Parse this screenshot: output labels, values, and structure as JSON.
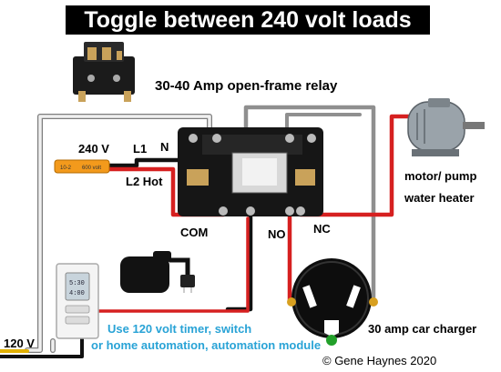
{
  "title": "Toggle between 240 volt loads",
  "labels": {
    "relay": "30-40 Amp open-frame relay",
    "supply_240": "240 V",
    "l1": "L1",
    "n": "N",
    "l2_hot": "L2 Hot",
    "com": "COM",
    "no": "NO",
    "nc": "NC",
    "motor_pump": "motor/ pump",
    "water_heater": "water heater",
    "car_charger": "30 amp car charger",
    "supply_120": "120 V",
    "cable_tag": "10-2",
    "cable_tag2": "600 volt",
    "timer_time": "5:30",
    "timer_time2": "4:00",
    "note_line1": "Use 120 volt timer, switch",
    "note_line2": "or home automation, automation module",
    "copyright": "© Gene Haynes 2020"
  },
  "colors": {
    "black_wire": "#111111",
    "red_wire": "#d62020",
    "white_wire": "#e8e8e8",
    "gray_wire": "#9a9a9a",
    "cable": "#f39a1c",
    "label_blue": "#29a3d6"
  },
  "icons": [
    "relay-photo",
    "relay-contactor-block",
    "motor-icon",
    "receptacle-icon",
    "smart-plug-icon",
    "timer-switch-icon"
  ]
}
